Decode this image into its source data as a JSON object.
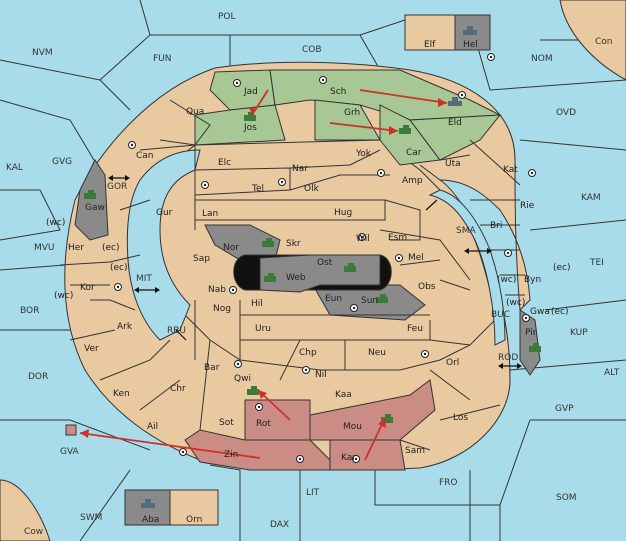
{
  "map": {
    "colors": {
      "sea": "#a8dcea",
      "land": "#e8c9a0",
      "power_green": "#a7c795",
      "power_red": "#cc8c86",
      "power_grey": "#8a8a8a",
      "order_arrow": "#d0302a"
    },
    "sea_labels": {
      "pol": "POL",
      "nvm": "NVM",
      "fun": "FUN",
      "cob": "COB",
      "nom": "NOM",
      "con": "Con",
      "ovd": "OVD",
      "kal": "KAL",
      "gvg": "GVG",
      "gor": "GOR",
      "kam": "KAM",
      "sma": "SMA",
      "mvu": "MVU",
      "tei": "TEI",
      "mit": "MIT",
      "bor": "BOR",
      "rbu": "RBU",
      "buc": "BUC",
      "kup": "KUP",
      "rod": "ROD",
      "dor": "DOR",
      "alt": "ALT",
      "gvp": "GVP",
      "gva": "GVA",
      "fro": "FRO",
      "som": "SOM",
      "lit": "LIT",
      "swm": "SWM",
      "dax": "DAX",
      "cow": "Cow"
    },
    "land_labels": {
      "elf": "Elf",
      "hel": "Hel",
      "jad": "Jad",
      "sch": "Sch",
      "qua": "Qua",
      "jos": "Jos",
      "grh": "Grh",
      "eld": "Eld",
      "can": "Can",
      "elc": "Elc",
      "nar": "Nar",
      "yok": "Yok",
      "car": "Car",
      "uta": "Uta",
      "kat": "Kat",
      "tel": "Tel",
      "olk": "Olk",
      "amp": "Amp",
      "gaw": "Gaw",
      "gur": "Gur",
      "lan": "Lan",
      "hug": "Hug",
      "rie": "Rie",
      "bri": "Bri",
      "wc1": "(wc)",
      "her": "Her",
      "ec1": "(ec)",
      "nor": "Nor",
      "skr": "Skr",
      "wil": "Wil",
      "esm": "Esm",
      "sap": "Sap",
      "ost": "Ost",
      "mel": "Mel",
      "ec2": "(ec)",
      "ec3": "(ec)",
      "web": "Web",
      "wc2": "(wc)",
      "byn": "Byn",
      "kor": "Kor",
      "nab": "Nab",
      "eun": "Eun",
      "obs": "Obs",
      "wc3": "(wc)",
      "hil": "Hil",
      "sun": "Sun",
      "wc4": "(wc)",
      "gwa": "Gwa",
      "ec4": "(ec)",
      "ark": "Ark",
      "nog": "Nog",
      "pir": "Pir",
      "uru": "Uru",
      "feu": "Feu",
      "ver": "Ver",
      "chp": "Chp",
      "neu": "Neu",
      "orl": "Orl",
      "bar": "Bar",
      "qwi": "Qwi",
      "nil": "Nil",
      "ken": "Ken",
      "chr": "Chr",
      "kaa": "Kaa",
      "sot": "Sot",
      "rot": "Rot",
      "mou": "Mou",
      "los": "Los",
      "ail": "Ail",
      "zin": "Zin",
      "kar": "Kar",
      "sam": "Sam",
      "aba": "Aba",
      "orn": "Orn"
    }
  }
}
